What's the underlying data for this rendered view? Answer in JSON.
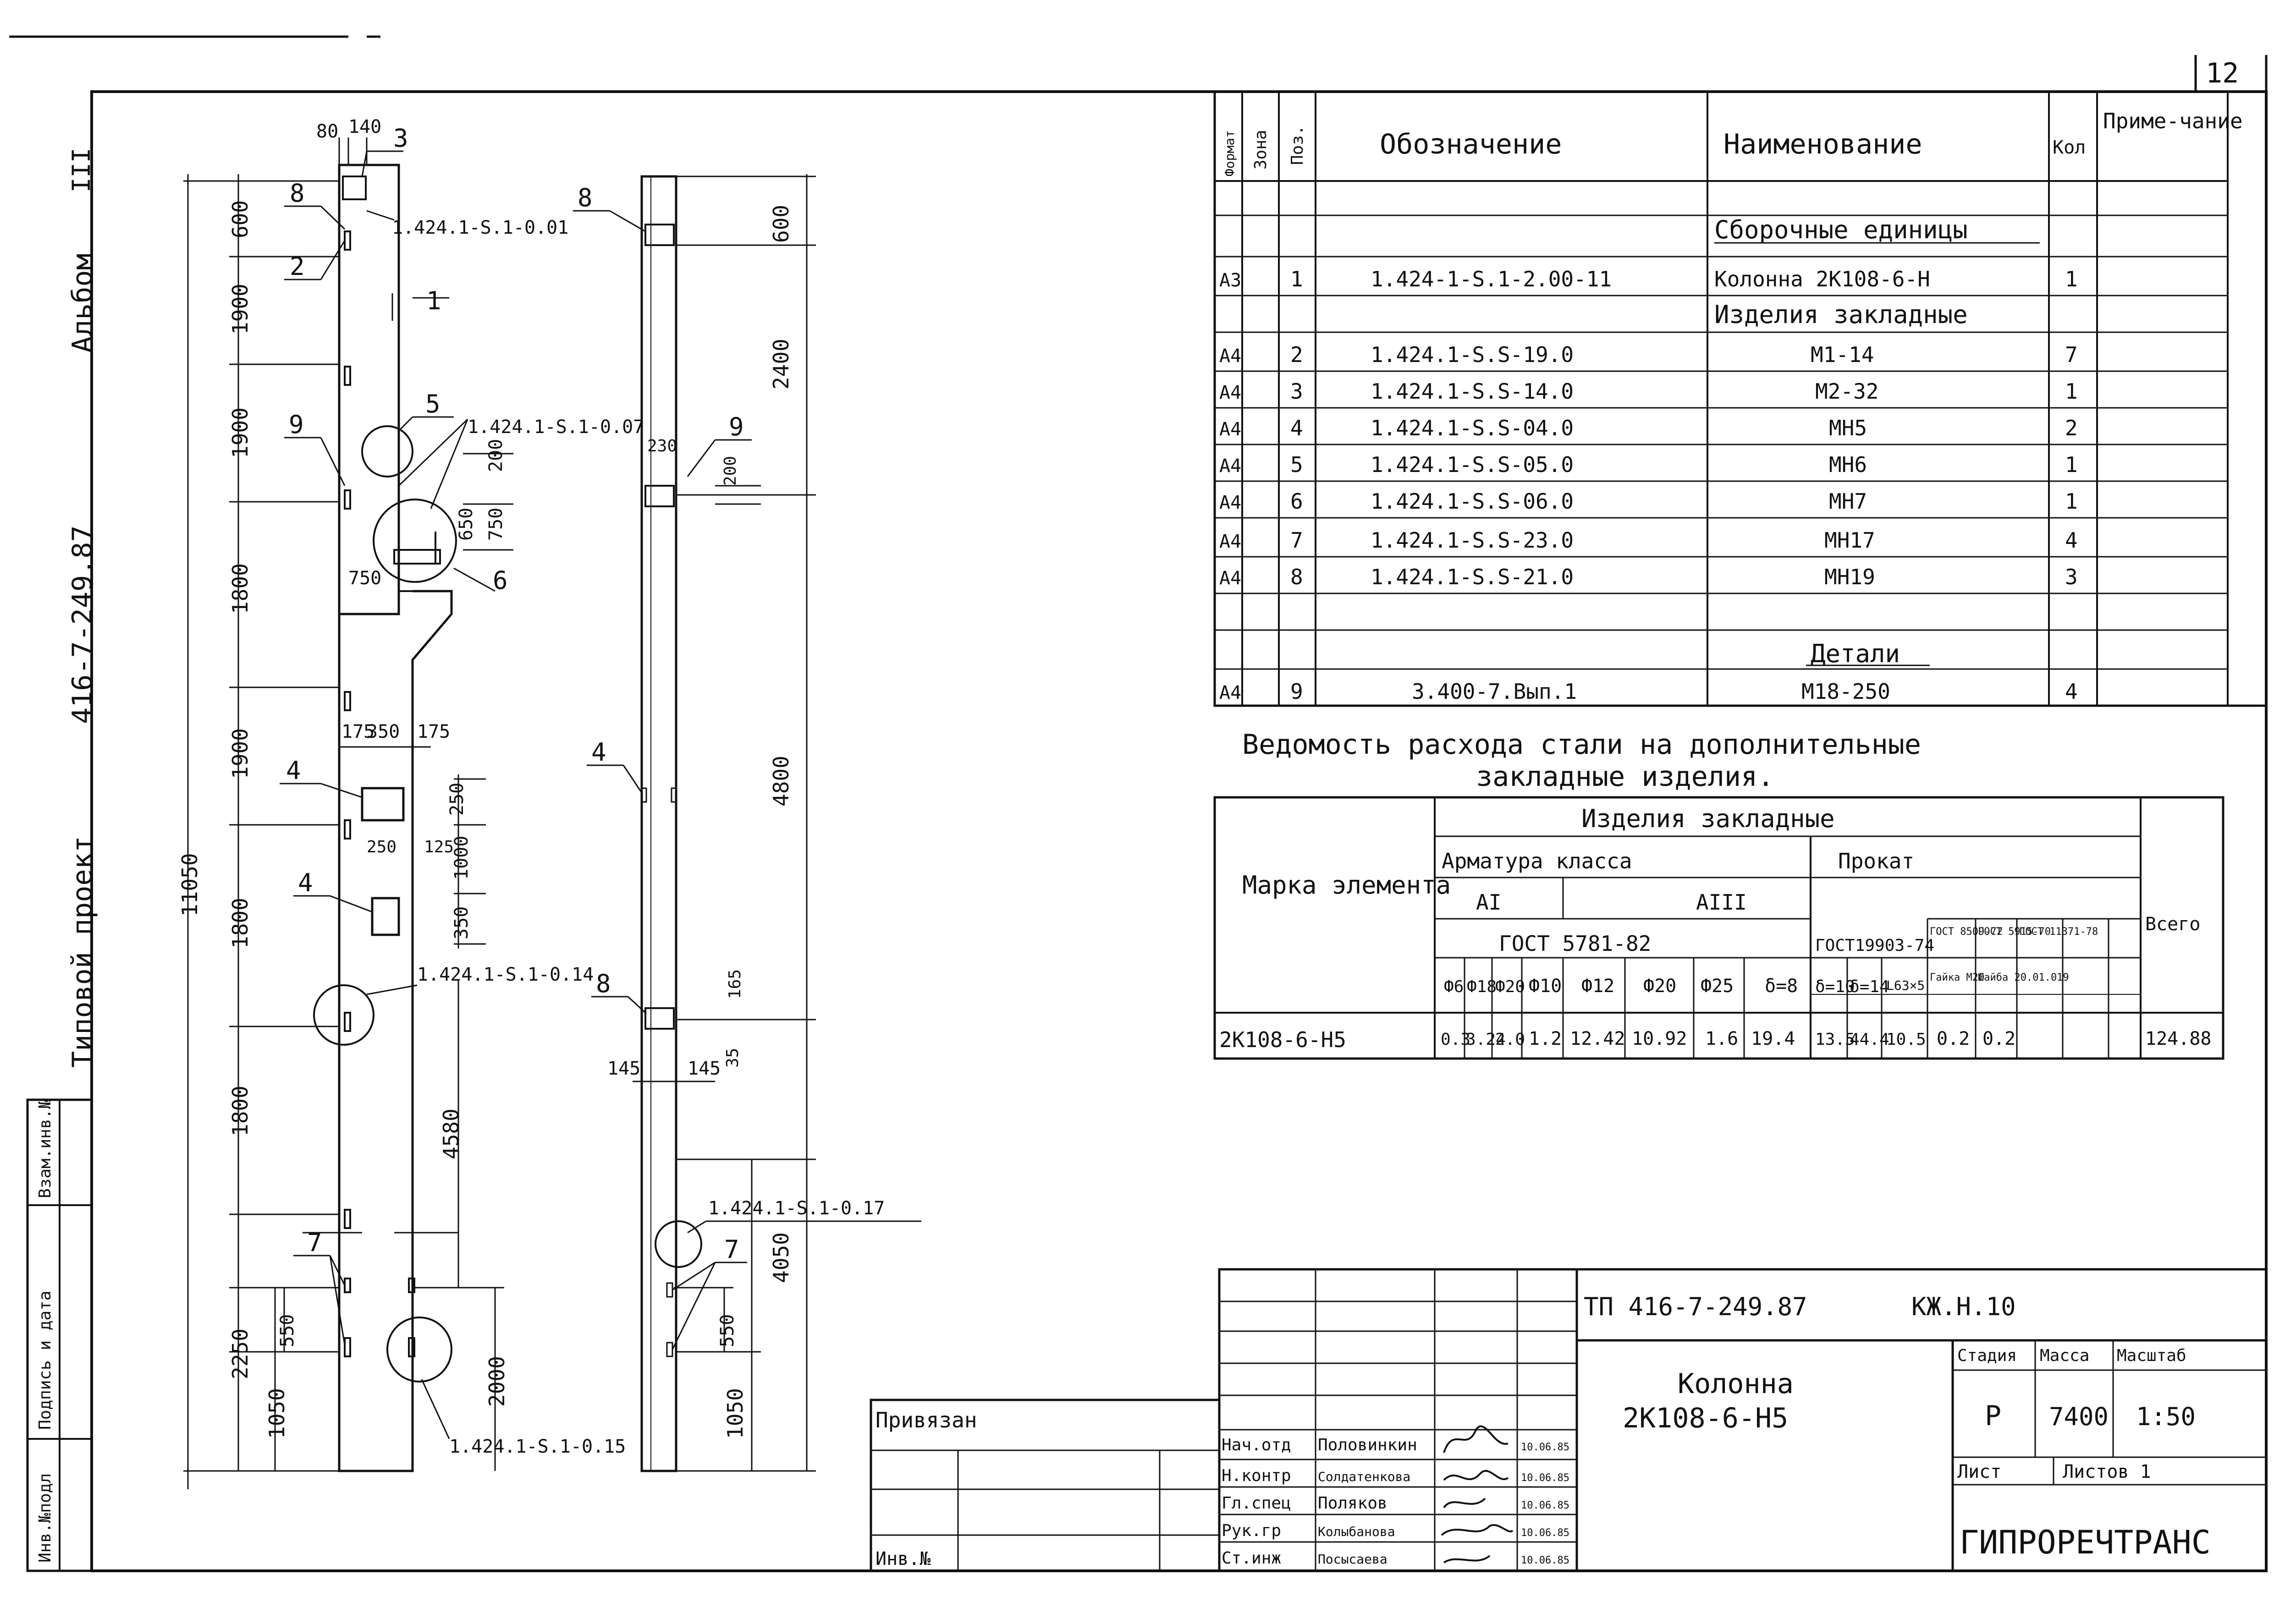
{
  "sheet": {
    "number": "12"
  },
  "album": {
    "label": "Альбом",
    "roman": "III"
  },
  "project": {
    "label": "Типовой проект",
    "code": "416-7-249.87"
  },
  "side_block": {
    "labels": [
      "Инв.№подл",
      "Подпись и дата",
      "Взам.инв.№"
    ]
  },
  "drawing": {
    "dims_left": [
      "11050",
      "600",
      "1900",
      "1900",
      "1800",
      "1900",
      "1800",
      "1800",
      "2250",
      "1050"
    ],
    "dims_top": [
      "80",
      "140"
    ],
    "callouts": [
      "1",
      "2",
      "3",
      "4",
      "4",
      "5",
      "6",
      "7",
      "8",
      "9"
    ],
    "refs": [
      "1.424.1-S.1-0.01",
      "1.424.1-S.1-0.07",
      "1.424.1-S.1-0.14",
      "1.424.1-S.1-0.15"
    ],
    "local_dims": [
      "750",
      "750",
      "650",
      "200",
      "175",
      "350",
      "175",
      "250",
      "250",
      "125",
      "1000",
      "350",
      "4580",
      "550",
      "2000"
    ],
    "right": {
      "dims": [
        "600",
        "2400",
        "4800",
        "4050",
        "1050",
        "230",
        "200",
        "165",
        "145",
        "145",
        "35",
        "550"
      ],
      "callouts": [
        "8",
        "9",
        "4",
        "8",
        "7"
      ],
      "ref": "1.424.1-S.1-0.17"
    }
  },
  "spec": {
    "headers": [
      "Формат",
      "Зона",
      "Поз.",
      "Обозначение",
      "Наименование",
      "Кол",
      "Приме-чание"
    ],
    "rows": [
      {
        "fmt": "",
        "pos": "",
        "code": "",
        "name": "Сборочные единицы",
        "qty": ""
      },
      {
        "fmt": "А3",
        "pos": "1",
        "code": "1.424-1-S.1-2.00-11",
        "name": "Колонна 2К108-6-Н",
        "qty": "1"
      },
      {
        "fmt": "",
        "pos": "",
        "code": "",
        "name": "Изделия закладные",
        "qty": ""
      },
      {
        "fmt": "А4",
        "pos": "2",
        "code": "1.424.1-S.S-19.0",
        "name": "М1-14",
        "qty": "7"
      },
      {
        "fmt": "А4",
        "pos": "3",
        "code": "1.424.1-S.S-14.0",
        "name": "М2-32",
        "qty": "1"
      },
      {
        "fmt": "А4",
        "pos": "4",
        "code": "1.424.1-S.S-04.0",
        "name": "МН5",
        "qty": "2"
      },
      {
        "fmt": "А4",
        "pos": "5",
        "code": "1.424.1-S.S-05.0",
        "name": "МН6",
        "qty": "1"
      },
      {
        "fmt": "А4",
        "pos": "6",
        "code": "1.424.1-S.S-06.0",
        "name": "МН7",
        "qty": "1"
      },
      {
        "fmt": "А4",
        "pos": "7",
        "code": "1.424.1-S.S-23.0",
        "name": "МН17",
        "qty": "4"
      },
      {
        "fmt": "А4",
        "pos": "8",
        "code": "1.424.1-S.S-21.0",
        "name": "МН19",
        "qty": "3"
      },
      {
        "fmt": "",
        "pos": "",
        "code": "",
        "name": "",
        "qty": ""
      },
      {
        "fmt": "",
        "pos": "",
        "code": "",
        "name": "Детали",
        "qty": ""
      },
      {
        "fmt": "А4",
        "pos": "9",
        "code": "3.400-7.Вып.1",
        "name": "М18-250",
        "qty": "4"
      }
    ]
  },
  "steel": {
    "title_line1": "Ведомость расхода стали на дополнительные",
    "title_line2": "закладные изделия.",
    "h_mark": "Марка элемента",
    "h_items": "Изделия закладные",
    "h_rebar": "Арматура класса",
    "h_rolled": "Прокат",
    "h_a1": "АI",
    "h_a3": "АIII",
    "h_gost1": "ГОСТ 5781-82",
    "h_gost2": "ГОСТ19903-74",
    "h_gost3": "ГОСТ 8509-72",
    "h_gost4": "ГОСТ 5915-70",
    "h_gost5": "ГОСТ 11371-78",
    "h_total": "Всего",
    "cols": [
      "Ф6",
      "Ф18",
      "Ф20",
      "Ф10",
      "Ф12",
      "Ф20",
      "Ф25",
      "δ=8",
      "δ=10",
      "δ=14",
      "L63×5",
      "Гайка М20",
      "Шайба 20.01.019"
    ],
    "row": {
      "mark": "2К108-6-Н5",
      "values": [
        "0.3",
        "3.24",
        "2.0",
        "1.2",
        "12.42",
        "10.92",
        "1.6",
        "19.4",
        "13.5",
        "44.4",
        "10.5",
        "0.2",
        "0.2"
      ],
      "total": "124.88"
    }
  },
  "title_block": {
    "code": "ТП 416-7-249.87",
    "mark": "КЖ.Н.10",
    "name_line1": "Колонна",
    "name_line2": "2К108-6-Н5",
    "h_stage": "Стадия",
    "h_mass": "Масса",
    "h_scale": "Масштаб",
    "stage": "Р",
    "mass": "7400",
    "scale": "1:50",
    "h_sheet": "Лист",
    "h_sheets": "Листов 1",
    "org": "ГИПРОРЕЧТРАНС",
    "privyazan": "Привязан",
    "inv": "Инв.№",
    "people": [
      {
        "role": "Нач.отд",
        "name": "Половинкин",
        "date": "10.06.85"
      },
      {
        "role": "Н.контр",
        "name": "Солдатенкова",
        "date": "10.06.85"
      },
      {
        "role": "Гл.спец",
        "name": "Поляков",
        "date": "10.06.85"
      },
      {
        "role": "Рук.гр",
        "name": "Колыбанова",
        "date": "10.06.85"
      },
      {
        "role": "Ст.инж",
        "name": "Посысаева",
        "date": "10.06.85"
      }
    ]
  }
}
